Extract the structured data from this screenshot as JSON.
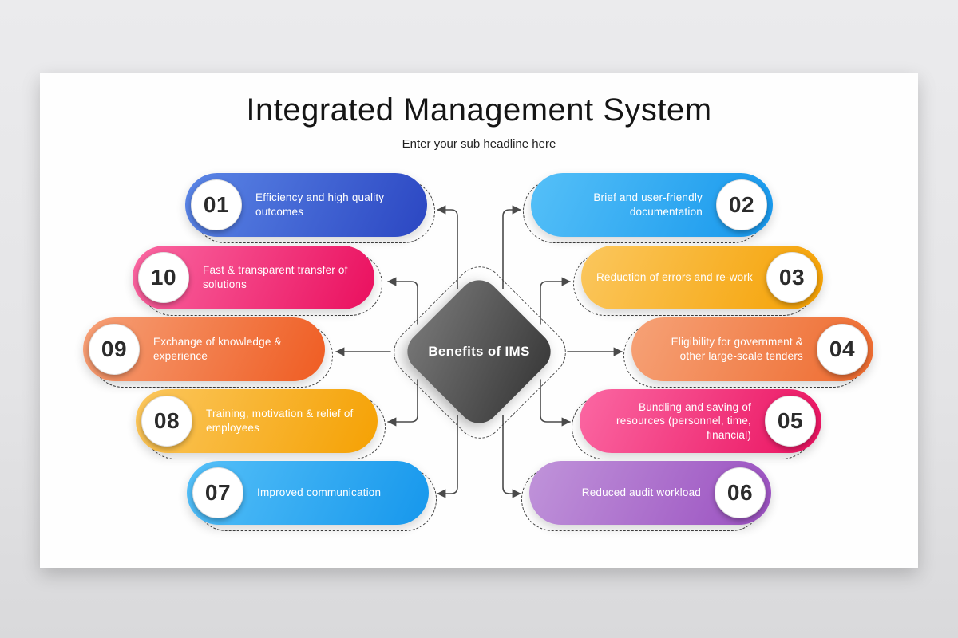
{
  "page": {
    "title": "Integrated Management System",
    "subtitle": "Enter your sub headline here"
  },
  "center": {
    "label": "Benefits of IMS",
    "color_start": "#767676",
    "color_end": "#3a3a3a"
  },
  "connector_color": "#4a4a4a",
  "items": [
    {
      "number": "01",
      "label": "Efficiency and high quality outcomes",
      "side": "left",
      "color_start": "#5b86e6",
      "color_end": "#2b46c2"
    },
    {
      "number": "02",
      "label": "Brief and user-friendly documentation",
      "side": "right",
      "color_start": "#55c0f8",
      "color_end": "#1697ec"
    },
    {
      "number": "03",
      "label": "Reduction of errors and re-work",
      "side": "right",
      "color_start": "#fbc75e",
      "color_end": "#f5a103"
    },
    {
      "number": "04",
      "label": "Eligibility for government & other large-scale tenders",
      "side": "right",
      "color_start": "#f6a277",
      "color_end": "#ee6a2e"
    },
    {
      "number": "05",
      "label": "Bundling and saving of resources (personnel, time, financial)",
      "side": "right",
      "color_start": "#fb68a3",
      "color_end": "#ea115f"
    },
    {
      "number": "06",
      "label": "Reduced audit workload",
      "side": "right",
      "color_start": "#c094da",
      "color_end": "#9a4fc0"
    },
    {
      "number": "07",
      "label": "Improved communication",
      "side": "left",
      "color_start": "#55c0f8",
      "color_end": "#1697ec"
    },
    {
      "number": "08",
      "label": "Training, motivation & relief of employees",
      "side": "left",
      "color_start": "#fbc75e",
      "color_end": "#f5a103"
    },
    {
      "number": "09",
      "label": "Exchange of knowledge & experience",
      "side": "left",
      "color_start": "#f6a077",
      "color_end": "#ef5c22"
    },
    {
      "number": "10",
      "label": "Fast & transparent transfer of solutions",
      "side": "left",
      "color_start": "#fa68a2",
      "color_end": "#ea0f5e"
    }
  ]
}
